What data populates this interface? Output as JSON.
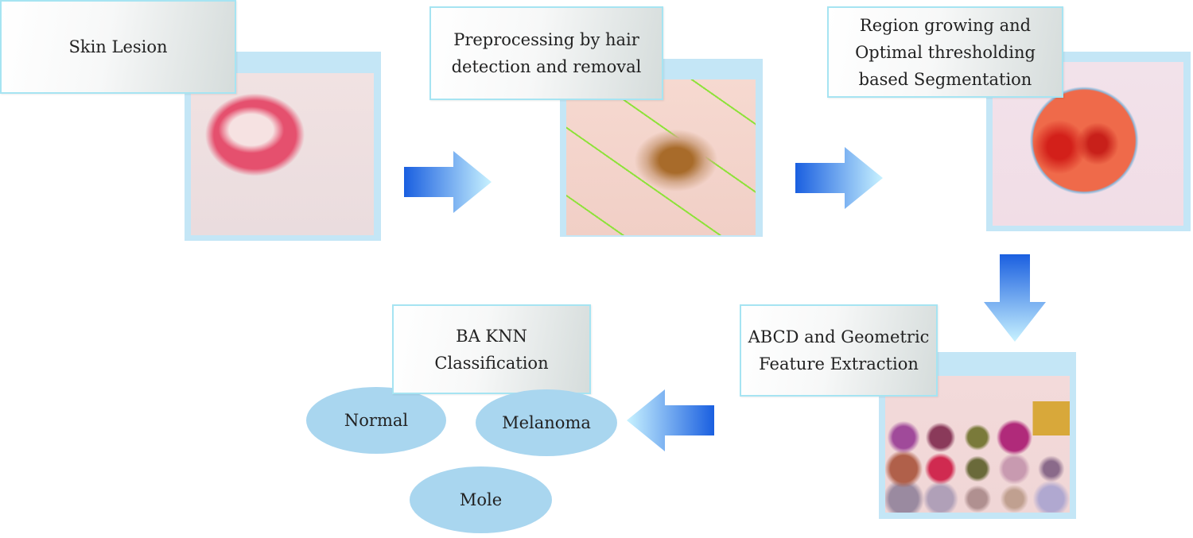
{
  "steps": [
    {
      "label": "Skin Lesion"
    },
    {
      "label": "Preprocessing  by hair detection and removal"
    },
    {
      "label": "Region growing and Optimal thresholding based Segmentation"
    },
    {
      "label": "ABCD and Geometric Feature Extraction"
    },
    {
      "label": "BA KNN Classification"
    }
  ],
  "classes": [
    "Normal",
    "Melanoma",
    "Mole"
  ],
  "colors": {
    "frame": "#c4e6f6",
    "border": "#a6e4f2",
    "ellipse": "#a9d6ef",
    "arrow_dark": "#1a5fe0",
    "arrow_light": "#c8f2ff"
  }
}
